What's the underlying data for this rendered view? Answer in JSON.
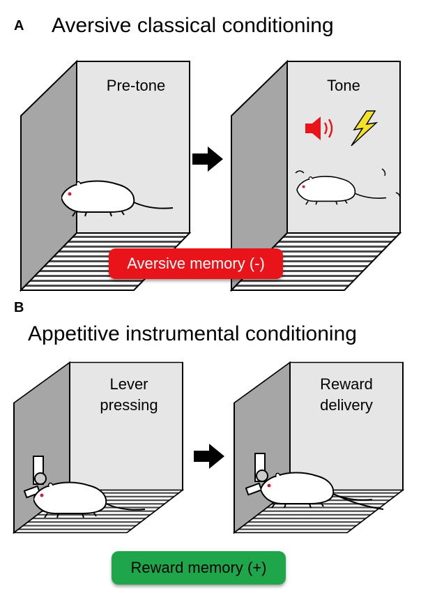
{
  "panel_a": {
    "letter": "A",
    "title": "Aversive classical conditioning",
    "left_label": "Pre-tone",
    "right_label": "Tone",
    "memory_label": "Aversive memory (-)",
    "memory_color": "#e8141a"
  },
  "panel_b": {
    "letter": "B",
    "title": "Appetitive instrumental conditioning",
    "left_label": "Lever\npressing",
    "right_label": "Reward\ndelivery",
    "memory_label": "Reward memory (+)",
    "memory_color": "#1fa64a"
  },
  "colors": {
    "box_side": "#a6a6a6",
    "box_back": "#e6e6e6",
    "speaker": "#e8141a",
    "lightning": "#f5e12a"
  },
  "icons": [
    "speaker-icon",
    "lightning-icon",
    "arrow-right-icon",
    "rat-icon",
    "lever-icon"
  ]
}
